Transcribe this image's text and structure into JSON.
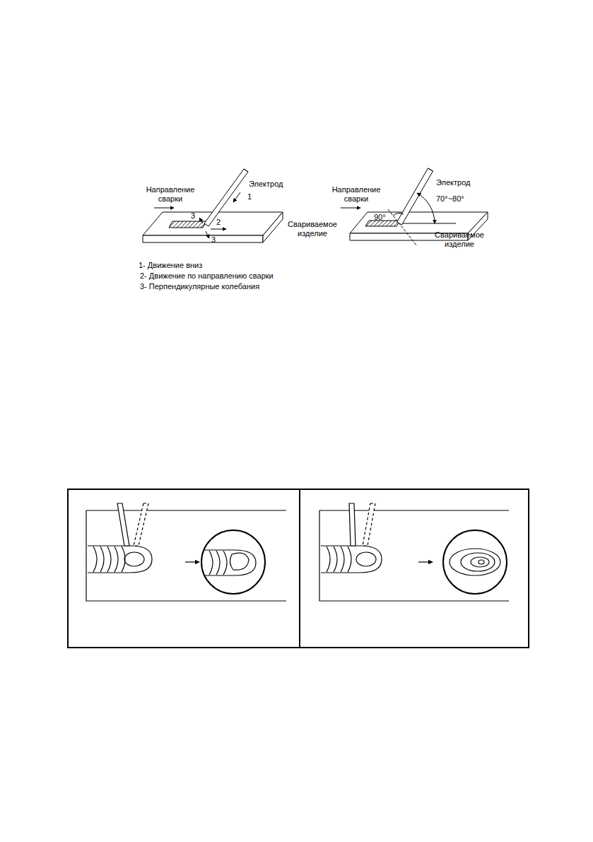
{
  "diagram": {
    "labels": [
      "Направление сварки",
      "Электрод",
      "3",
      "2",
      "1",
      "3",
      "Свариваемое изделие",
      "1- Движение вниз",
      "2- Движение по направлению сварки",
      "3- Перпендикулярные колебания",
      "Направление сварки",
      "Электрод",
      "70°~80°",
      "90°",
      "Свариваемое изделие"
    ]
  }
}
